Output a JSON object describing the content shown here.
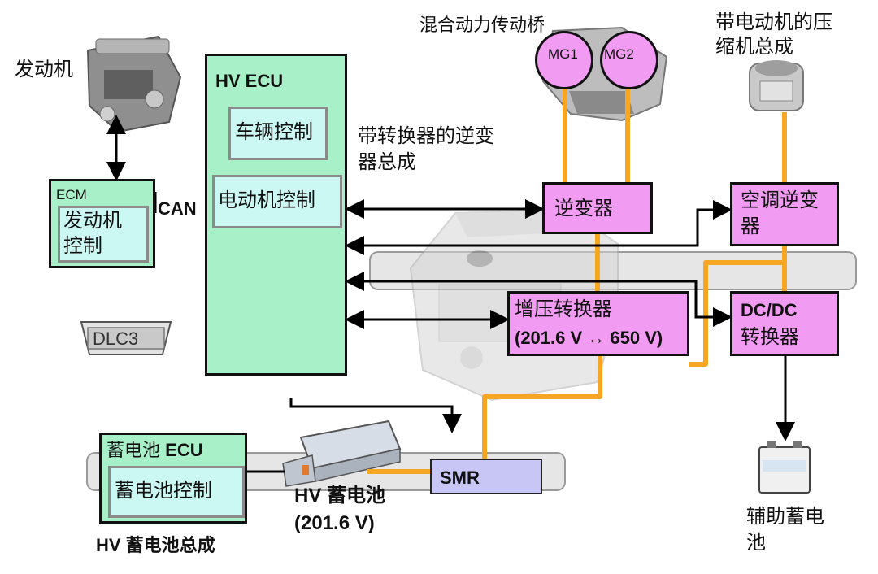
{
  "labels": {
    "engine": "发动机",
    "hybrid_transaxle": "混合动力传动桥",
    "compressor_line1": "带电动机的压",
    "compressor_line2": "缩机总成",
    "inverter_assembly_line1": "带转换器的逆变",
    "inverter_assembly_line2": "器总成",
    "can": "CAN",
    "dlc3": "DLC3",
    "hv_battery_line1": "HV 蓄电池",
    "hv_battery_line2": "(201.6 V)",
    "hv_battery_assembly": "HV 蓄电池总成",
    "aux_battery_line1": "辅助蓄电",
    "aux_battery_line2": "池"
  },
  "hv_ecu": {
    "title": "HV ECU",
    "vehicle_control": "车辆控制",
    "motor_control": "电动机控制"
  },
  "ecm": {
    "title": "ECM",
    "control_line1": "发动机",
    "control_line2": "控制"
  },
  "battery_ecu": {
    "title_prefix": "蓄电池",
    "title_suffix": "ECU",
    "control": "蓄电池控制"
  },
  "components": {
    "inverter": "逆变器",
    "ac_inverter_line1": "空调逆变",
    "ac_inverter_line2": "器",
    "boost_line1": "增压转换器",
    "boost_line2": "(201.6 V ↔ 650 V)",
    "dcdc_line1": "DC/DC",
    "dcdc_line2": "转换器",
    "smr": "SMR",
    "mg1": "MG1",
    "mg2": "MG2"
  },
  "colors": {
    "ecu_fill": "#a8f0c8",
    "inner_fill": "#ccf8f4",
    "component_fill": "#f29bf2",
    "smr_fill": "#c7c6f4",
    "power_wire": "#f5a623",
    "signal_line": "#000000"
  }
}
